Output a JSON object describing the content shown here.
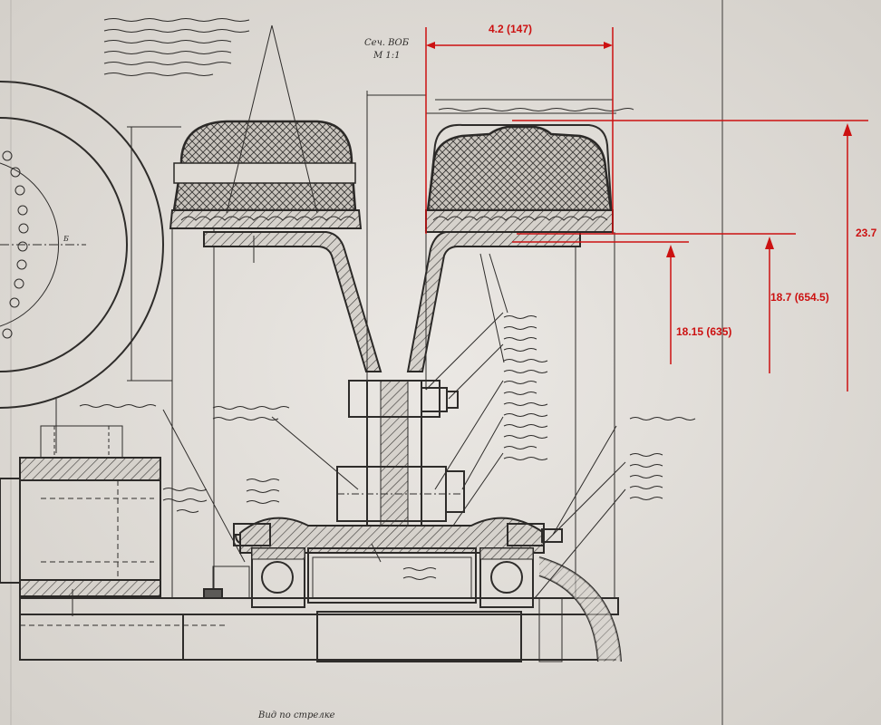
{
  "dimensions": {
    "width_dim": "4.2 (147)",
    "height_a": "18.15 (635)",
    "height_b": "18.7 (654.5)",
    "height_c": "23.7"
  },
  "colors": {
    "paper": "#e4e1dc",
    "ink": "#2e2c2a",
    "annotation_red": "#cc1111"
  },
  "sheet": {
    "title": "Сеч. ВОБ",
    "scale": "М 1:1",
    "bottom_caption": "Вид по стрелке"
  }
}
